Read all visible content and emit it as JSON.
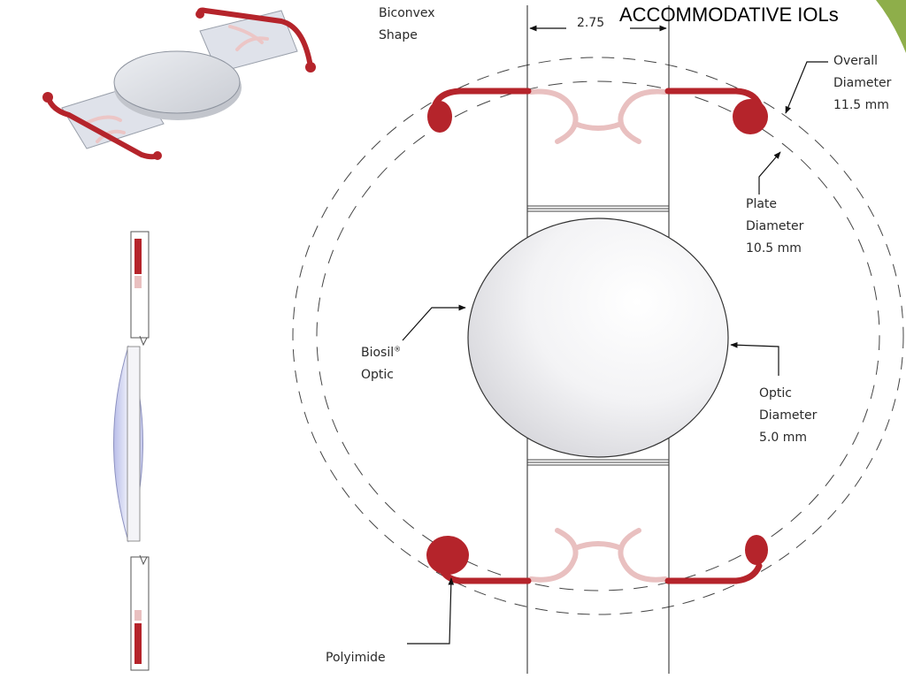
{
  "title": "ACCOMMODATIVE IOLs",
  "dimension": {
    "value": "2.75"
  },
  "labels": {
    "biconvex": [
      "Biconvex",
      "Shape"
    ],
    "overall": [
      "Overall",
      "Diameter",
      "11.5 mm"
    ],
    "plate": [
      "Plate",
      "Diameter",
      "10.5 mm"
    ],
    "biosil": {
      "line1": "Biosil",
      "sup": "®",
      "line2": "Optic"
    },
    "optic": [
      "Optic",
      "Diameter",
      "5.0 mm"
    ],
    "polyimide": "Polyimide"
  },
  "colors": {
    "haptic_tip": "#b5242b",
    "haptic_faint": "#e9c0c0",
    "accent_corner": "#7aa02a"
  }
}
